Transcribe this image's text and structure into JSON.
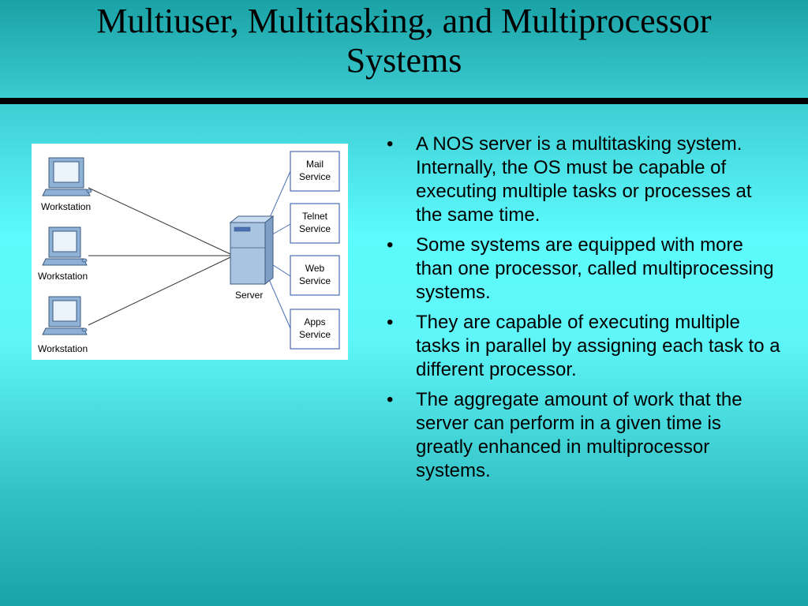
{
  "slide": {
    "title_line1": "Multiuser, Multitasking, and Multiprocessor",
    "title_line2": "Systems"
  },
  "diagram": {
    "workstations": [
      "Workstation",
      "Workstation",
      "Workstation"
    ],
    "server_label": "Server",
    "services": [
      {
        "line1": "Mail",
        "line2": "Service"
      },
      {
        "line1": "Telnet",
        "line2": "Service"
      },
      {
        "line1": "Web",
        "line2": "Service"
      },
      {
        "line1": "Apps",
        "line2": "Service"
      }
    ]
  },
  "bullets": [
    "A NOS server is a multitasking system. Internally, the OS must be capable of executing multiple tasks or processes at the same time.",
    "Some systems are equipped with more than one processor, called multiprocessing systems.",
    "They are capable of executing multiple tasks in parallel by assigning each task to a different processor.",
    "The aggregate amount of work that the server can perform in a given time is greatly enhanced in multiprocessor systems."
  ],
  "bullet_symbol": "•",
  "colors": {
    "box_border": "#4a6fb5",
    "monitor": "#8fb1d6",
    "server": "#a9c4e0"
  }
}
